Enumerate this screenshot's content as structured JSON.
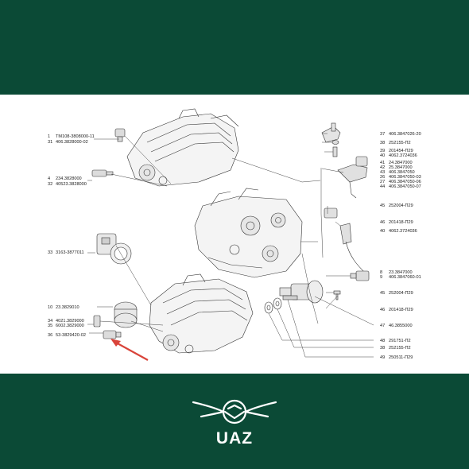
{
  "brand": {
    "name": "UAZ"
  },
  "colors": {
    "band": "#0b4a36",
    "panel": "#ffffff",
    "arrow": "#d9443a",
    "line": "#333333"
  },
  "icons": {
    "logo": "uaz-winged-emblem-icon",
    "arrow": "red-arrow-icon"
  },
  "callouts_left": [
    {
      "num": "1",
      "part": "ТМ108-3808000-11"
    },
    {
      "num": "31",
      "part": "406.3828000-02"
    },
    {
      "num": "4",
      "part": "234.3828000"
    },
    {
      "num": "32",
      "part": "40523.3828000"
    },
    {
      "num": "33",
      "part": "3163-3877011"
    },
    {
      "num": "10",
      "part": "23.3829010"
    },
    {
      "num": "34",
      "part": "4021.3829000"
    },
    {
      "num": "35",
      "part": "6002.3829000"
    },
    {
      "num": "36",
      "part": "53-3829420-02"
    }
  ],
  "callouts_right": [
    {
      "num": "37",
      "part": "406.3847026-20"
    },
    {
      "num": "38",
      "part": "252155-П2"
    },
    {
      "num": "39",
      "part": "201454-П29"
    },
    {
      "num": "40",
      "part": "4062.3724036"
    },
    {
      "num": "41",
      "part": "24.3847000"
    },
    {
      "num": "42",
      "part": "25.3847000"
    },
    {
      "num": "43",
      "part": "406.3847050"
    },
    {
      "num": "26",
      "part": "406.3847050-03"
    },
    {
      "num": "27",
      "part": "406.3847050-06"
    },
    {
      "num": "44",
      "part": "406.3847050-07"
    },
    {
      "num": "45",
      "part": "252004-П29"
    },
    {
      "num": "46",
      "part": "201418-П29"
    },
    {
      "num": "40",
      "part": "4062.3724036"
    },
    {
      "num": "8",
      "part": "23.3847000"
    },
    {
      "num": "9",
      "part": "406.3847060-01"
    },
    {
      "num": "45",
      "part": "252004-П29"
    },
    {
      "num": "46",
      "part": "201418-П29"
    },
    {
      "num": "47",
      "part": "46.3855000"
    },
    {
      "num": "48",
      "part": "291751-П2"
    },
    {
      "num": "38",
      "part": "252155-П2"
    },
    {
      "num": "49",
      "part": "250511-П29"
    }
  ]
}
